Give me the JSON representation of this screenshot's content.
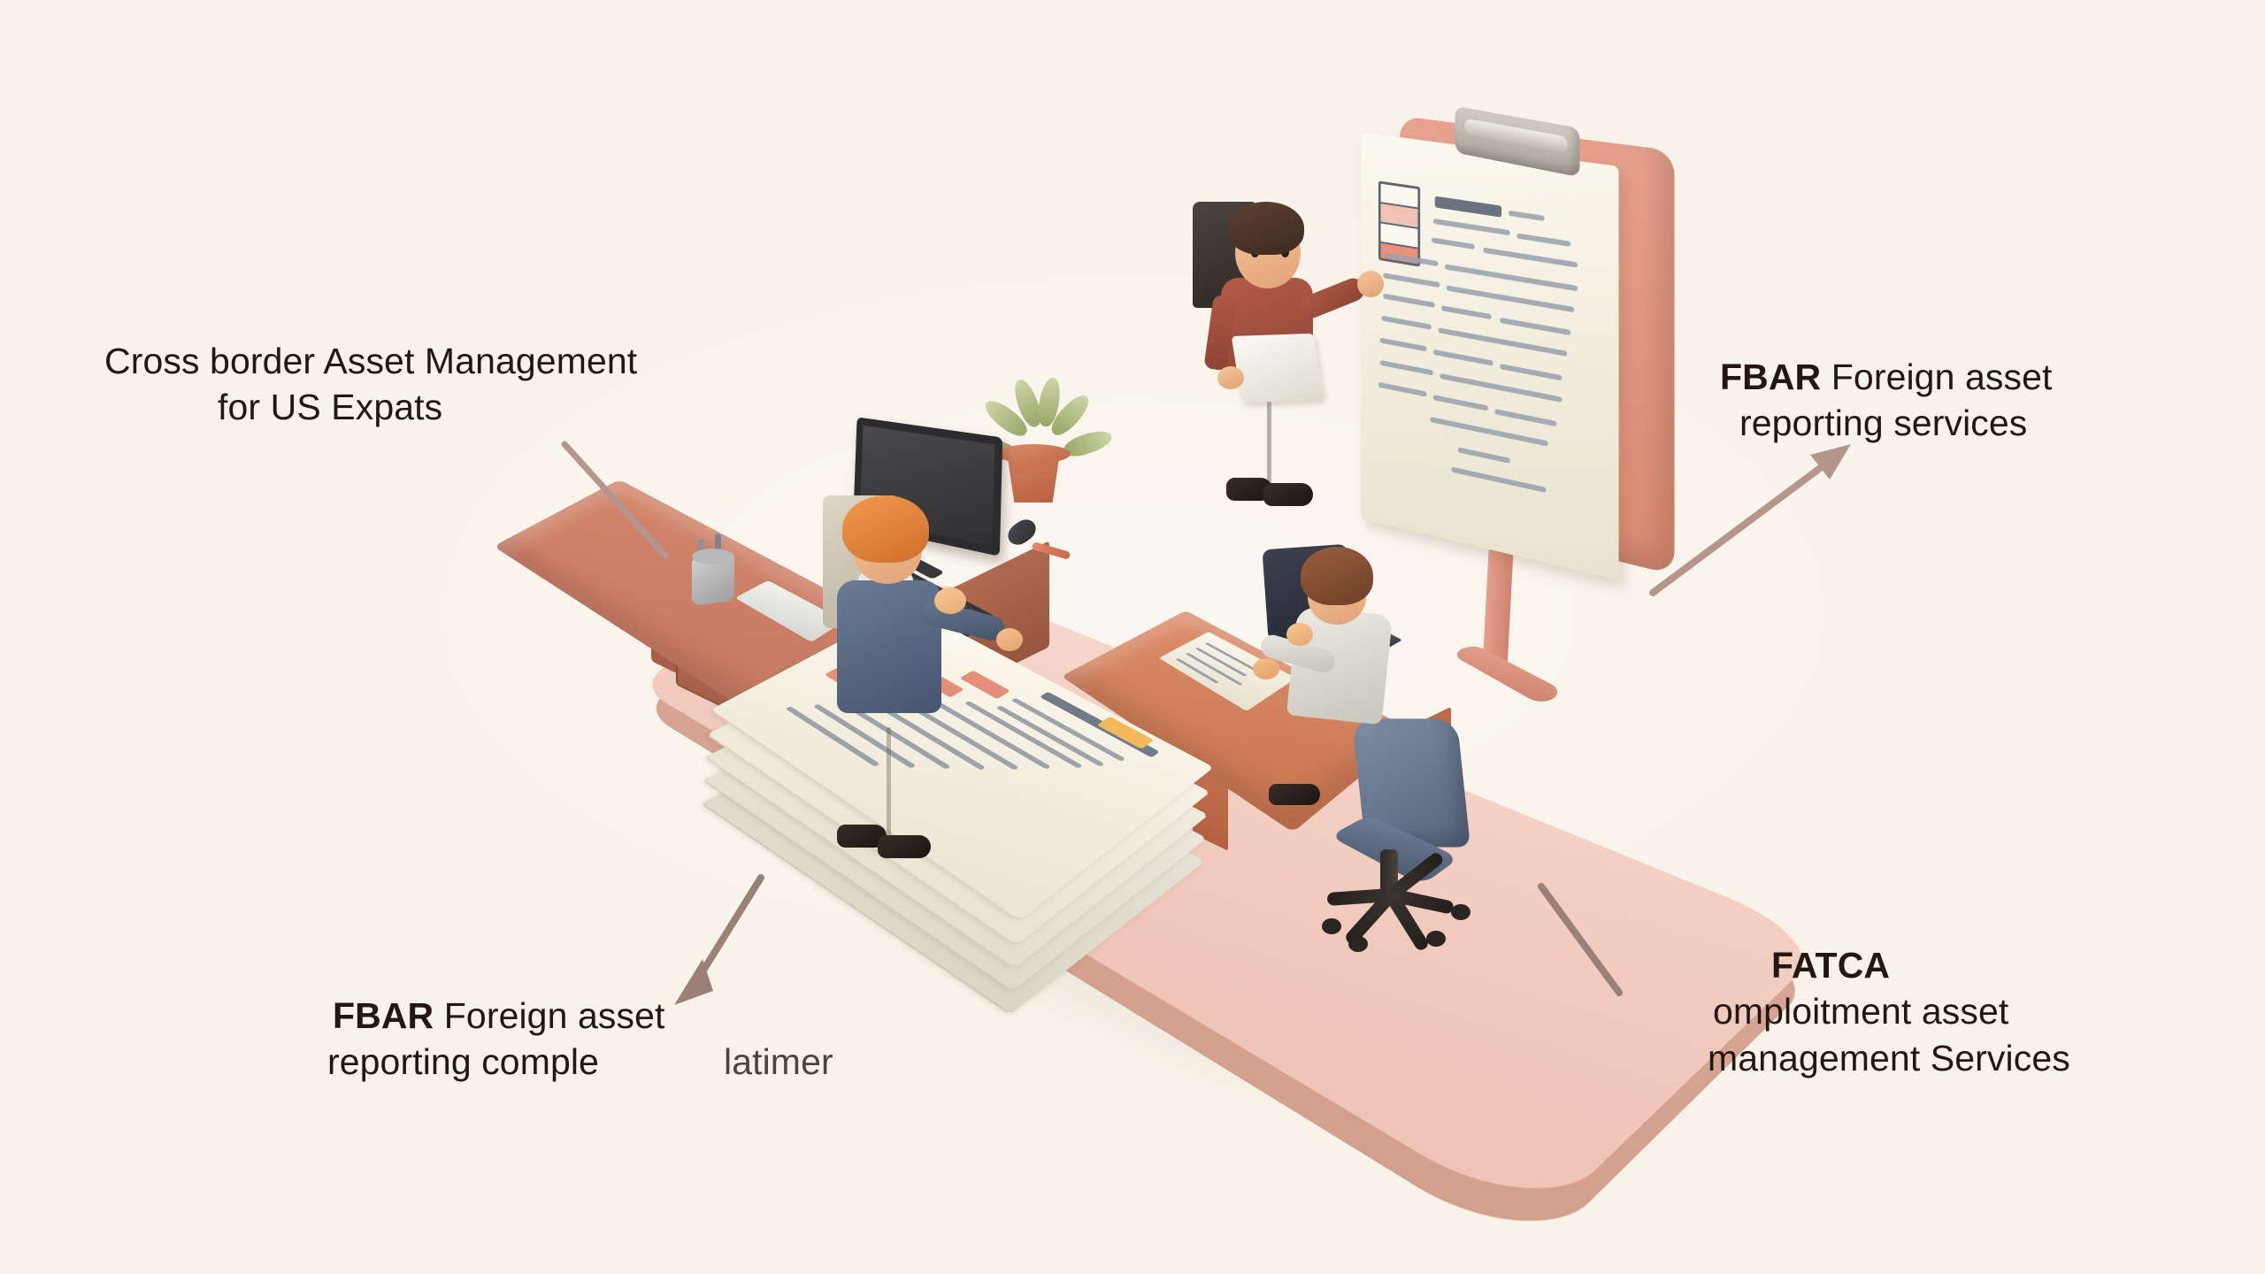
{
  "scene": {
    "title": "Cross border asset management isometric clay office scene",
    "style": "3D claymation miniature isometric illustration",
    "background_color": "#f8f3e9",
    "platform_color": "#f3cec2",
    "platform_edge_color": "#e4ab99"
  },
  "labels": [
    {
      "id": "top-left",
      "position": "top-left",
      "bold_prefix": "",
      "lines": [
        "Cross border Asset Management",
        "for US Expats"
      ],
      "color": "#241713",
      "arrow": {
        "direction": "down-right",
        "has_head": false,
        "color": "#b09289"
      }
    },
    {
      "id": "top-right",
      "position": "top-right",
      "bold_prefix": "FBAR",
      "lines": [
        "FBAR Foreign asset",
        "reporting services"
      ],
      "line1_bold": "FBAR",
      "line1_rest": " Foreign asset",
      "line2": "reporting services",
      "color": "#241713",
      "arrow": {
        "direction": "up-right",
        "has_head": true,
        "color": "#b09289"
      }
    },
    {
      "id": "bottom-left",
      "position": "bottom-left",
      "bold_prefix": "FBAR",
      "lines": [
        "FBAR Foreign asset",
        "reporting complelatimer"
      ],
      "line1_bold": "FBAR",
      "line1_rest": " Foreign asset",
      "line2": "reporting comple",
      "line2_overlap": "latimer",
      "color": "#241713",
      "arrow": {
        "direction": "down-left",
        "has_head": true,
        "color": "#9e8178"
      }
    },
    {
      "id": "bottom-right",
      "position": "bottom-right",
      "bold_prefix": "FATCA",
      "lines": [
        "FATCA",
        "omploitment asset",
        "management Services"
      ],
      "line1": "FATCA",
      "line2": "omploitment asset",
      "line3": "management Services",
      "color": "#241713",
      "arrow": {
        "direction": "down-left",
        "has_head": false,
        "color": "#9e8178"
      }
    }
  ],
  "objects": {
    "platform": {
      "name": "rounded pink clay base platform",
      "shape": "rounded-square slab"
    },
    "desk_left": {
      "name": "office desk with computer",
      "color": "#c2755e",
      "items": [
        "monitor",
        "keyboard",
        "mouse",
        "pen-cup",
        "notepad",
        "potted-plant",
        "red-pen"
      ],
      "drawers": 2,
      "knob_color": "#e08c28"
    },
    "desk_right": {
      "name": "small work desk",
      "color": "#c9754f",
      "items": [
        "paper",
        "phone"
      ]
    },
    "chair": {
      "name": "office swivel chair",
      "color": "#55637c",
      "base_color": "#2a2521",
      "casters": 5
    },
    "document_stack": {
      "name": "stack of financial report documents",
      "sheets": 5,
      "paper_color": "#f7f3e6",
      "accent_chips": [
        "#e58e79",
        "#7f9fc4",
        "#f2ba5c"
      ]
    },
    "easel": {
      "name": "clipboard presentation board on stand",
      "frame_color": "#d98a73",
      "paper_color": "#f5f1e3",
      "clip_color": "#b8b2a8",
      "has_table_chart": true
    }
  },
  "figures": [
    {
      "id": "presenter",
      "name": "presenter standing by the board",
      "hair_color": "#3e2a20",
      "jacket_color": "#9e4d3b",
      "shirt_color": "#e8e5da",
      "tie_color": "#cf4e38",
      "trousers_color": "#3a342e",
      "shoes_color": "#201815",
      "holding": "document"
    },
    {
      "id": "reviewer",
      "name": "standing worker reviewing document stack",
      "hair_color": "#d9762f",
      "jacket_color": "#55637c",
      "trousers_color": "#cdc6b5",
      "shoes_color": "#2b211c",
      "holding": "paper"
    },
    {
      "id": "seated-worker",
      "name": "seated worker at desk",
      "hair_color": "#7c4a2d",
      "shirt_color": "#e0ddd4",
      "trousers_color": "#2b3040",
      "seated_on": "office chair"
    }
  ]
}
